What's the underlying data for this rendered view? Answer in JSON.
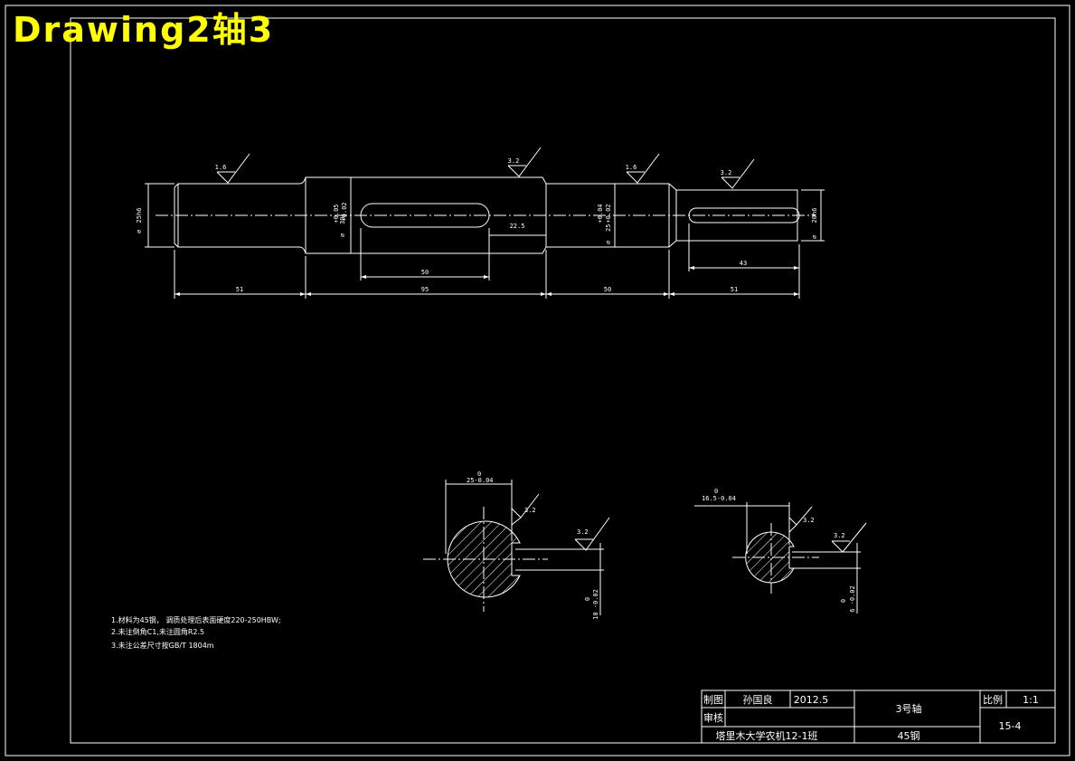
{
  "window_title": "Drawing2轴3",
  "dims": {
    "seg1_len": "51",
    "seg2_len": "95",
    "seg3_len": "50",
    "seg4_len": "51",
    "key1_len": "50",
    "key2_len": "43",
    "key1_offset": "22.5",
    "dia1": "25h6",
    "dia2_main": "30",
    "dia2_tol_upper": "+0.05",
    "dia2_tol_lower": "+0.02",
    "dia3_main": "25",
    "dia3_tol_upper": "+0.04",
    "dia3_tol_lower": "+0.02",
    "dia4": "20h6",
    "sec1_width": "25-0.04",
    "sec1_width_upper": "0",
    "sec1_key": "10 -0.02",
    "sec1_key_upper": "0",
    "sec2_width": "16.5-0.04",
    "sec2_width_upper": "0",
    "sec2_key": "6 -0.02",
    "sec2_key_upper": "0"
  },
  "roughness": {
    "r1": "1.6",
    "r2": "3.2",
    "r3": "1.6",
    "r4": "3.2",
    "r5": "3.2",
    "r6": "3.2",
    "r7": "3.2",
    "r8": "3.2"
  },
  "notes": [
    "1.材料为45钢，   调质处理后表面硬度220-250HBW;",
    "2.未注倒角C1,未注圆角R2.5",
    "3.未注公差尺寸按GB/T 1804m"
  ],
  "title_block": {
    "drawn_label": "制图",
    "drawn_name": "孙国良",
    "date": "2012.5",
    "checked_label": "审核",
    "part_name": "3号轴",
    "scale_label": "比例",
    "scale_value": "1:1",
    "drawing_no": "15-4",
    "school": "塔里木大学农机12-1班",
    "material": "45钢"
  },
  "colors": {
    "background": "#000000",
    "line": "#ffffff",
    "title": "#ffff00"
  }
}
